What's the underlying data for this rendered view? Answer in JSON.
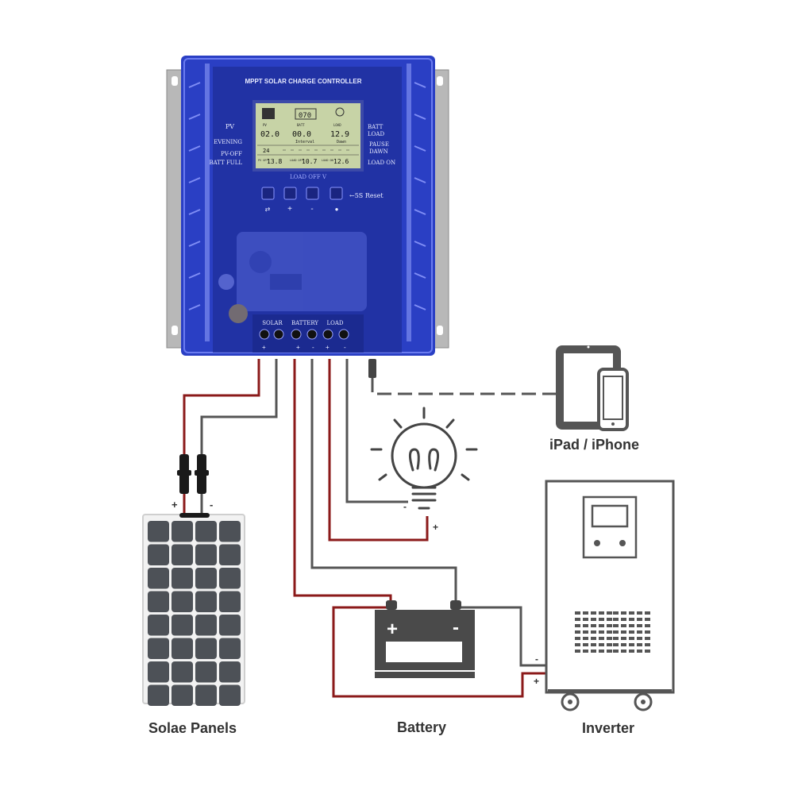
{
  "colors": {
    "positive_wire": "#8b1a1a",
    "negative_wire": "#555555",
    "line_gray": "#555555",
    "controller_blue": "#2a3fc4",
    "lcd_green": "#c7d3a6"
  },
  "controller": {
    "title": "MPPT SOLAR CHARGE CONTROLLER",
    "left_labels": {
      "pv": "PV",
      "evening": "EVENING",
      "pv_off": "PV-OFF",
      "batt_full": "BATT FULL"
    },
    "right_labels": {
      "batt": "BATT",
      "load": "LOAD",
      "pause": "PAUSE",
      "dawn": "DAWN",
      "load_on": "LOAD ON"
    },
    "lcd": {
      "top_value": "070",
      "pv_label": "PV",
      "pv_value": "02.0",
      "batt_label": "BATT",
      "batt_value": "00.0",
      "load_label": "LOAD",
      "load_value": "12.9",
      "interval_label": "Interval",
      "dawn_label": "Dawn",
      "hours_value": "24",
      "bottom_pv_label": "PV OFF",
      "bottom_pv_value": "13.8",
      "bottom_load_off_label": "LOAD OFF",
      "bottom_load_off_value": "10.7",
      "bottom_load_on_label": "LOAD ON",
      "bottom_load_on_value": "12.6",
      "lower_caption": "LOAD OFF V"
    },
    "reset_label": "←5S Reset",
    "terminal_labels": {
      "solar": "SOLAR",
      "battery": "BATTERY",
      "load": "LOAD"
    }
  },
  "diagram": {
    "polarity_plus": "+",
    "polarity_minus": "-"
  },
  "labels": {
    "ipad": "iPad / iPhone",
    "solar_panels": "Solae Panels",
    "battery": "Battery",
    "inverter": "Inverter"
  },
  "icons": {
    "bulb": "light-bulb-icon",
    "tablet": "tablet-icon",
    "phone": "phone-icon",
    "battery": "battery-icon",
    "inverter": "inverter-icon",
    "solar_panel": "solar-panel-icon"
  }
}
